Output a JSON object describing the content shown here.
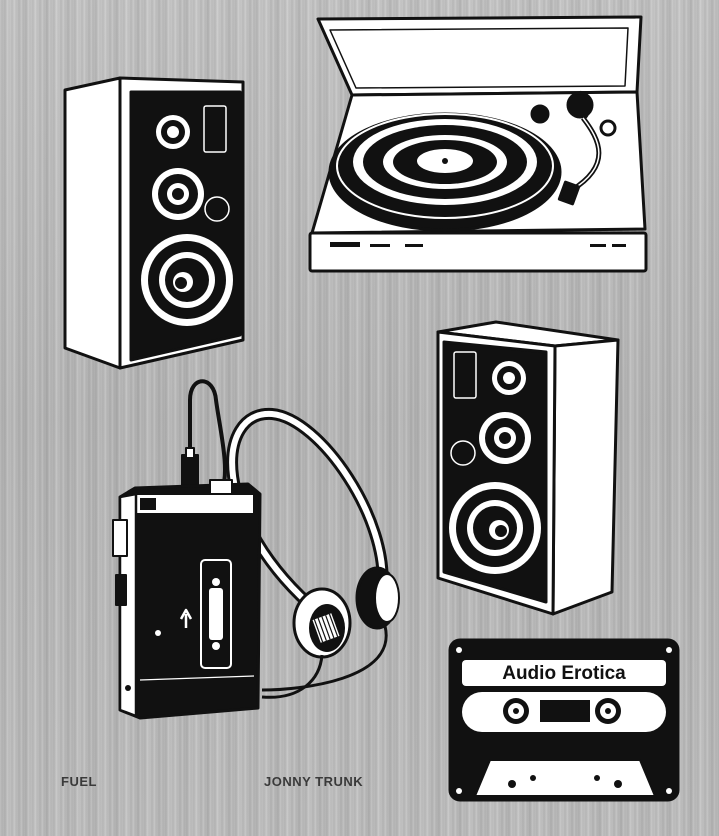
{
  "cover": {
    "publisher": "FUEL",
    "author": "JONNY TRUNK",
    "cassette_label": "Audio Erotica",
    "illustrations": [
      "turntable",
      "speaker-left",
      "speaker-right",
      "walkman",
      "headphones",
      "cassette-tape"
    ],
    "colors": {
      "metal": "#bdbdbd",
      "ink": "#111111",
      "paper": "#ffffff"
    }
  }
}
